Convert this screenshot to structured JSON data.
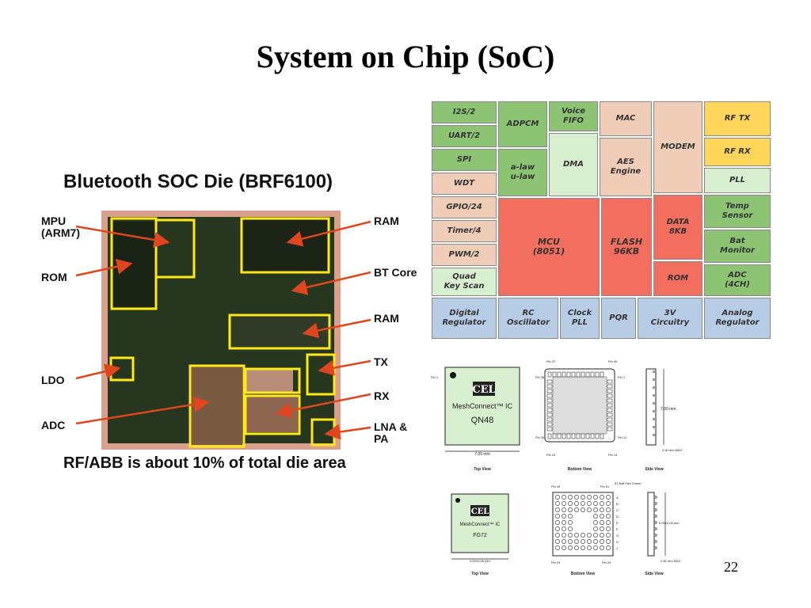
{
  "slide": {
    "title": "System on Chip (SoC)",
    "page_number": "22"
  },
  "die": {
    "title": "Bluetooth SOC Die (BRF6100)",
    "caption": "RF/ABB is about 10% of total die area",
    "labels_left": [
      {
        "id": "mpu",
        "text": "MPU\n(ARM7)"
      },
      {
        "id": "rom",
        "text": "ROM"
      },
      {
        "id": "ldo",
        "text": "LDO"
      },
      {
        "id": "adc",
        "text": "ADC"
      }
    ],
    "labels_right": [
      {
        "id": "ram1",
        "text": "RAM"
      },
      {
        "id": "btcore",
        "text": "BT Core"
      },
      {
        "id": "ram2",
        "text": "RAM"
      },
      {
        "id": "tx",
        "text": "TX"
      },
      {
        "id": "rx",
        "text": "RX"
      },
      {
        "id": "lna",
        "text": "LNA &\nPA"
      }
    ]
  },
  "colors": {
    "green": "#8cc474",
    "tan": "#efcdb6",
    "lightgreen": "#d8efd0",
    "salmon": "#f26e5e",
    "yellow": "#ffd55a",
    "blue": "#b7cde5",
    "pale_yellow": "#fff7c0",
    "die_frame": "#d9a08c",
    "die_bg": "#27371f",
    "highlight": "#ffe81a",
    "arrow": "#e0461e"
  },
  "blocks": [
    {
      "name": "i2s",
      "text": "I2S/2",
      "color": "green"
    },
    {
      "name": "uart",
      "text": "UART/2",
      "color": "green"
    },
    {
      "name": "spi",
      "text": "SPI",
      "color": "green"
    },
    {
      "name": "wdt",
      "text": "WDT",
      "color": "tan"
    },
    {
      "name": "gpio",
      "text": "GPIO/24",
      "color": "tan"
    },
    {
      "name": "timer",
      "text": "Timer/4",
      "color": "tan"
    },
    {
      "name": "pwm",
      "text": "PWM/2",
      "color": "tan"
    },
    {
      "name": "quad-key-scan",
      "text": "Quad\nKey Scan",
      "color": "lightgreen"
    },
    {
      "name": "adpcm",
      "text": "ADPCM",
      "color": "green"
    },
    {
      "name": "voice-fifo",
      "text": "Voice\nFIFO",
      "color": "green"
    },
    {
      "name": "a-law",
      "text": "a-law\nu-law",
      "color": "green"
    },
    {
      "name": "dma",
      "text": "DMA",
      "color": "lightgreen"
    },
    {
      "name": "mac",
      "text": "MAC",
      "color": "tan"
    },
    {
      "name": "aes",
      "text": "AES\nEngine",
      "color": "tan"
    },
    {
      "name": "modem",
      "text": "MODEM",
      "color": "tan"
    },
    {
      "name": "rf-tx",
      "text": "RF TX",
      "color": "yellow"
    },
    {
      "name": "rf-rx",
      "text": "RF RX",
      "color": "yellow"
    },
    {
      "name": "pll",
      "text": "PLL",
      "color": "lightgreen"
    },
    {
      "name": "mcu",
      "text": "MCU\n(8051)",
      "color": "salmon"
    },
    {
      "name": "flash",
      "text": "FLASH\n96KB",
      "color": "salmon"
    },
    {
      "name": "data",
      "text": "DATA\n8KB",
      "color": "salmon"
    },
    {
      "name": "rom-block",
      "text": "ROM",
      "color": "salmon"
    },
    {
      "name": "temp-sensor",
      "text": "Temp\nSensor",
      "color": "green"
    },
    {
      "name": "bat-monitor",
      "text": "Bat\nMonitor",
      "color": "green"
    },
    {
      "name": "adc-block",
      "text": "ADC\n(4CH)",
      "color": "green"
    },
    {
      "name": "digital-regulator",
      "text": "Digital\nRegulator",
      "color": "blue"
    },
    {
      "name": "rc-oscillator",
      "text": "RC\nOscillator",
      "color": "blue"
    },
    {
      "name": "clock-pll",
      "text": "Clock\nPLL",
      "color": "blue"
    },
    {
      "name": "pqr",
      "text": "PQR",
      "color": "blue"
    },
    {
      "name": "3v-circuitry",
      "text": "3V\nCircuitry",
      "color": "blue"
    },
    {
      "name": "analog-regulator",
      "text": "Analog\nRegulator",
      "color": "blue"
    }
  ],
  "packages": {
    "qn48": {
      "brand": "CEL",
      "product": "MeshConnect™ IC",
      "part": "QN48",
      "width_dim": "7.00 mm",
      "height_dim": "7.00 mm",
      "side_note": "0.90 mm MAX",
      "pin1": "Pin 1",
      "pin37": "Pin 37",
      "pin48": "Pin 48",
      "pin1b": "Pin 1",
      "pin36": "Pin 36",
      "pin25": "Pin 25",
      "pin24": "Pin 24",
      "pin13": "Pin 13",
      "pin12": "Pin 12",
      "top_view": "Top View",
      "bottom_view": "Bottom View",
      "side_view": "Side View"
    },
    "fg72": {
      "brand": "CEL",
      "product": "MeshConnect™ IC",
      "part": "FG72",
      "width_dim": "5.00±0.05 mm",
      "height_dim": "5.00±0.05 mm",
      "side_note": "0.80 mm MAX",
      "pin49": "Pin 49",
      "pin61": "Pin 61",
      "corner_note": "61 Ball Pad Corner",
      "pin24": "Pin 24",
      "pin24b": "Pin 24",
      "rows": [
        "A",
        "B",
        "C",
        "D",
        "E",
        "F",
        "G",
        "H",
        "J"
      ],
      "top_view": "Top View",
      "bottom_view": "Bottom View",
      "side_view": "Side View"
    }
  }
}
